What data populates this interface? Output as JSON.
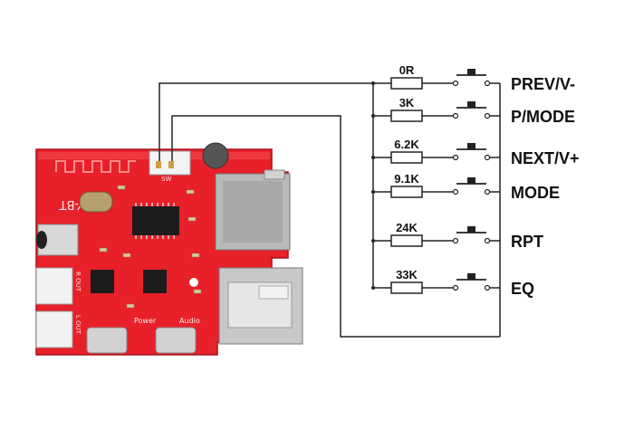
{
  "board": {
    "silkscreen_label": "XY-BT",
    "port_labels": [
      "Power",
      "Audio"
    ],
    "side_labels": [
      "R OUT",
      "L OUT"
    ],
    "connector_label": "SW"
  },
  "buttons": [
    {
      "resistor": "0R",
      "label": "PREV/V-"
    },
    {
      "resistor": "3K",
      "label": "P/MODE"
    },
    {
      "resistor": "6.2K",
      "label": "NEXT/V+"
    },
    {
      "resistor": "9.1K",
      "label": "MODE"
    },
    {
      "resistor": "24K",
      "label": "RPT"
    },
    {
      "resistor": "33K",
      "label": "EQ"
    }
  ],
  "colors": {
    "pcb": "#e8202a",
    "pcb_dark": "#b8141c",
    "wire": "#222222",
    "metal": "#c8c8c8",
    "chip": "#1c1c1c"
  }
}
